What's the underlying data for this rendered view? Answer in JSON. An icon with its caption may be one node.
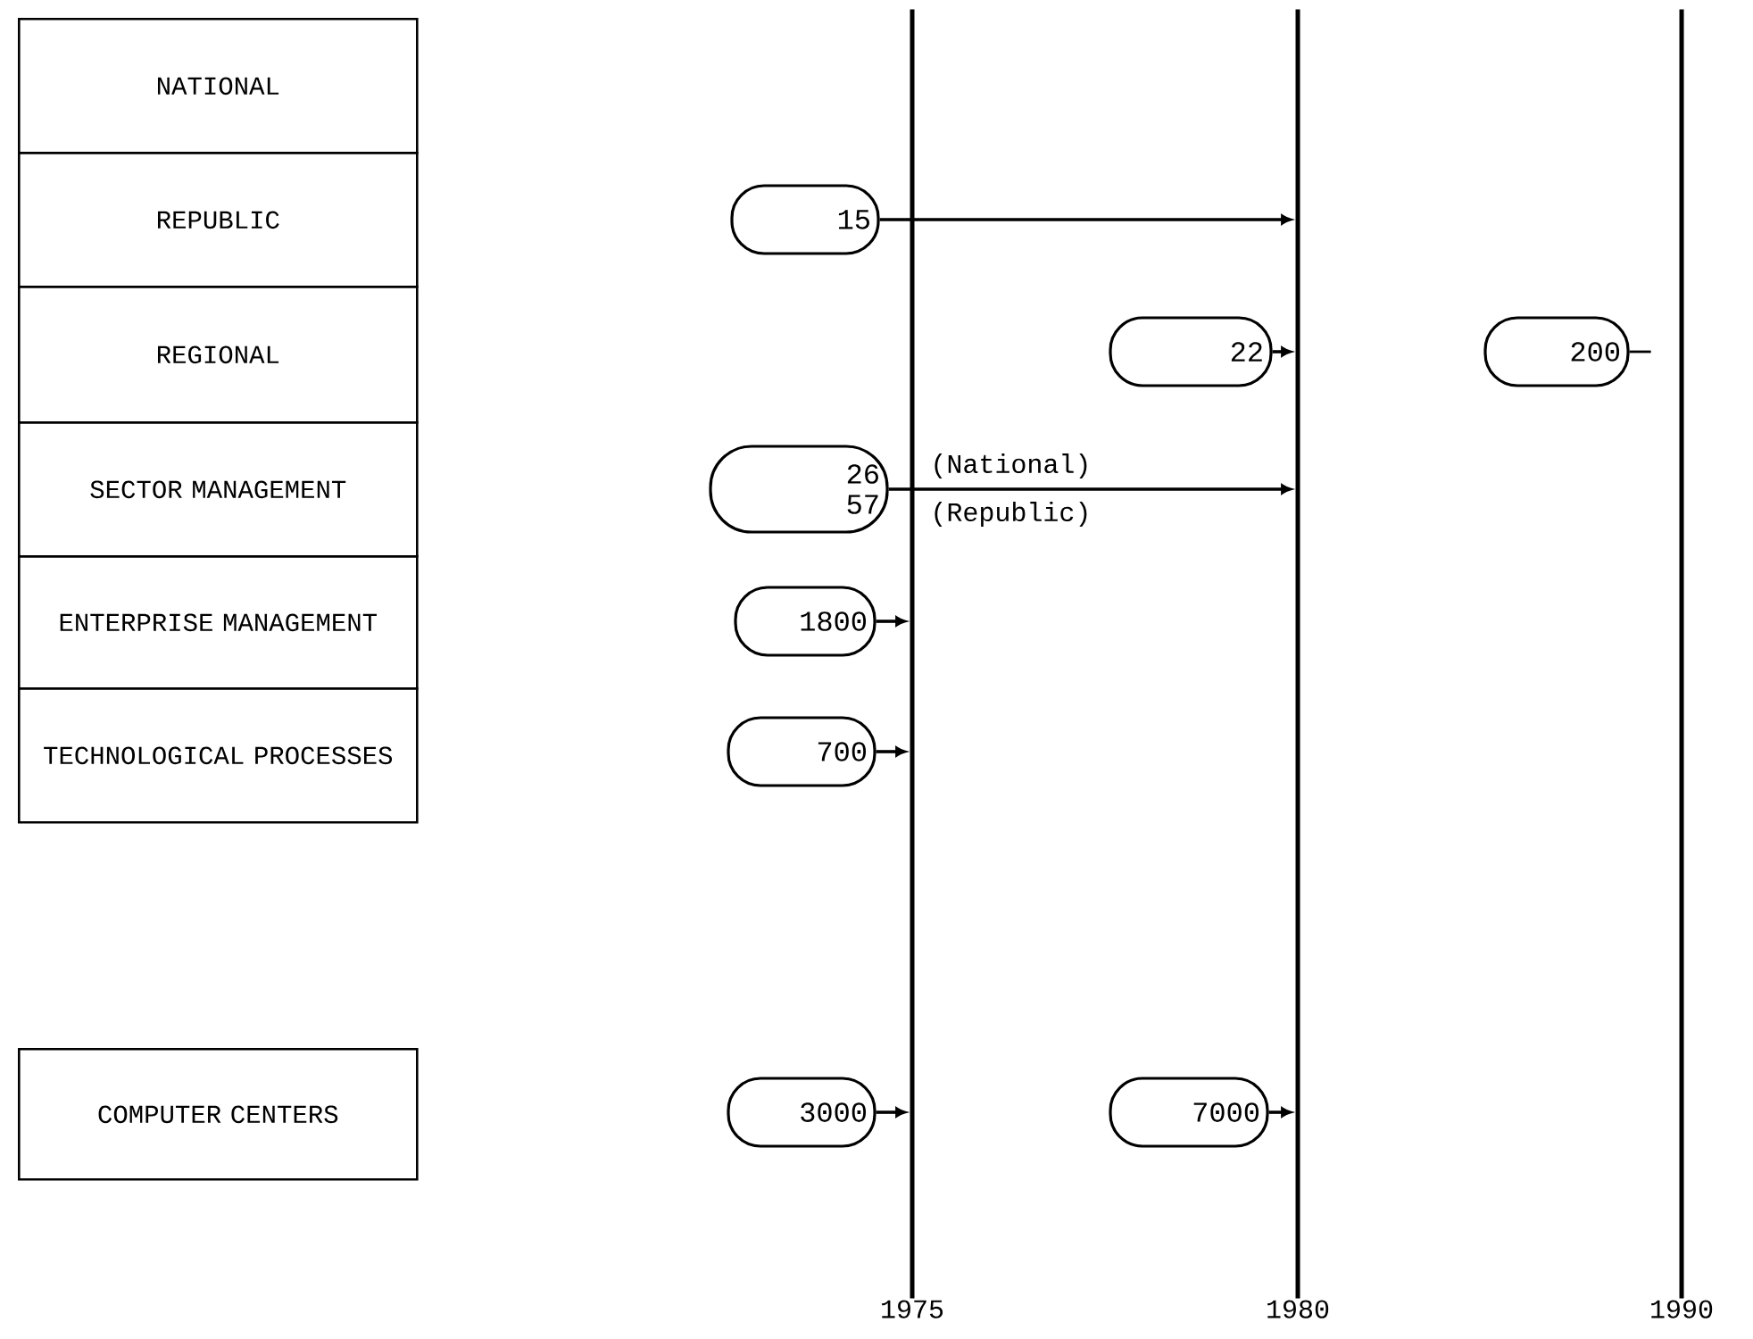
{
  "diagram": {
    "nodes": [
      {
        "text": [
          "NATIONAL"
        ]
      },
      {
        "text": [
          "REPUBLIC"
        ]
      },
      {
        "text": [
          "REGIONAL"
        ]
      },
      {
        "text": [
          "SECTOR MANAGEMENT"
        ]
      },
      {
        "text": [
          "ENTERPRISE MANAGEMENT"
        ]
      },
      {
        "text": [
          "TECHNOLOGICAL PROCESSES"
        ]
      },
      {
        "text": [
          "COMPUTER CENTERS"
        ]
      },
      {
        "text": [
          "15"
        ]
      },
      {
        "text": [
          "22"
        ]
      },
      {
        "text": [
          "200"
        ]
      },
      {
        "text": [
          "26",
          "57"
        ]
      },
      {
        "text": [
          "1800"
        ]
      },
      {
        "text": [
          "700"
        ]
      },
      {
        "text": [
          "3000"
        ]
      },
      {
        "text": [
          "7000"
        ]
      },
      {
        "text": [
          "1975"
        ]
      },
      {
        "text": [
          "1980"
        ]
      },
      {
        "text": [
          "1990"
        ]
      }
    ],
    "edges": [
      {
        "from": 7,
        "to": 16,
        "arrow": "to"
      },
      {
        "from": 8,
        "to": 16,
        "arrow": "to"
      },
      {
        "from": 9,
        "to": null,
        "arrow": "none"
      },
      {
        "from": 10,
        "to": 16,
        "arrow": "to"
      },
      {
        "from": 11,
        "to": 15,
        "arrow": "to"
      },
      {
        "from": 12,
        "to": 15,
        "arrow": "to"
      },
      {
        "from": 13,
        "to": 15,
        "arrow": "to"
      },
      {
        "from": 14,
        "to": 16,
        "arrow": "to"
      }
    ],
    "labels": [
      "(National)",
      "(Republic)"
    ]
  }
}
